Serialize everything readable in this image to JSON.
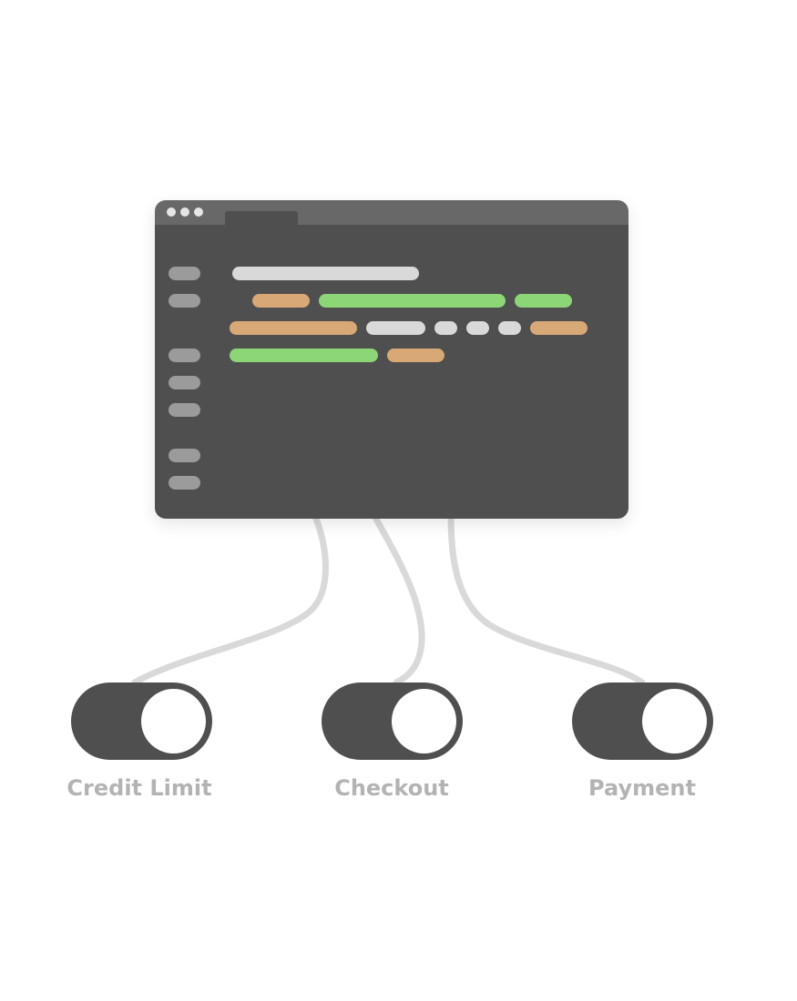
{
  "colors": {
    "window_body": "#4f4f4f",
    "titlebar": "#686868",
    "gutter": "#9b9b9b",
    "code_light": "#d9d9d9",
    "code_orange": "#d9a877",
    "code_green": "#8dd678",
    "cable": "#d9d9d9",
    "toggle_track": "#4f4f4f",
    "toggle_knob": "#ffffff",
    "label_text": "#b3b3b3"
  },
  "toggles": [
    {
      "label": "Credit Limit",
      "state": "on"
    },
    {
      "label": "Checkout",
      "state": "on"
    },
    {
      "label": "Payment",
      "state": "on"
    }
  ]
}
